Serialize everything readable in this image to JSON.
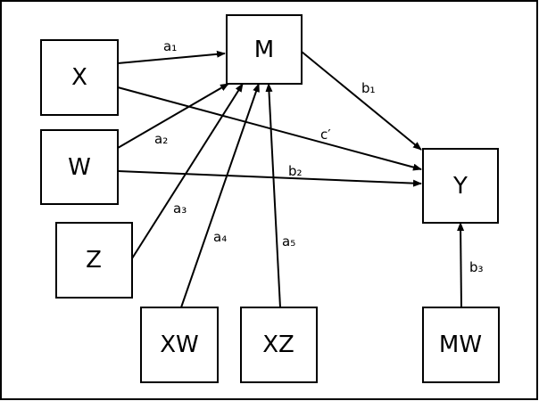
{
  "nodes": {
    "X": "X",
    "M": "M",
    "W": "W",
    "Y": "Y",
    "Z": "Z",
    "XW": "XW",
    "XZ": "XZ",
    "MW": "MW"
  },
  "paths": {
    "a1": "a₁",
    "a2": "a₂",
    "a3": "a₃",
    "a4": "a₄",
    "a5": "a₅",
    "b1": "b₁",
    "b2": "b₂",
    "b3": "b₃",
    "c_prime": "c′"
  }
}
